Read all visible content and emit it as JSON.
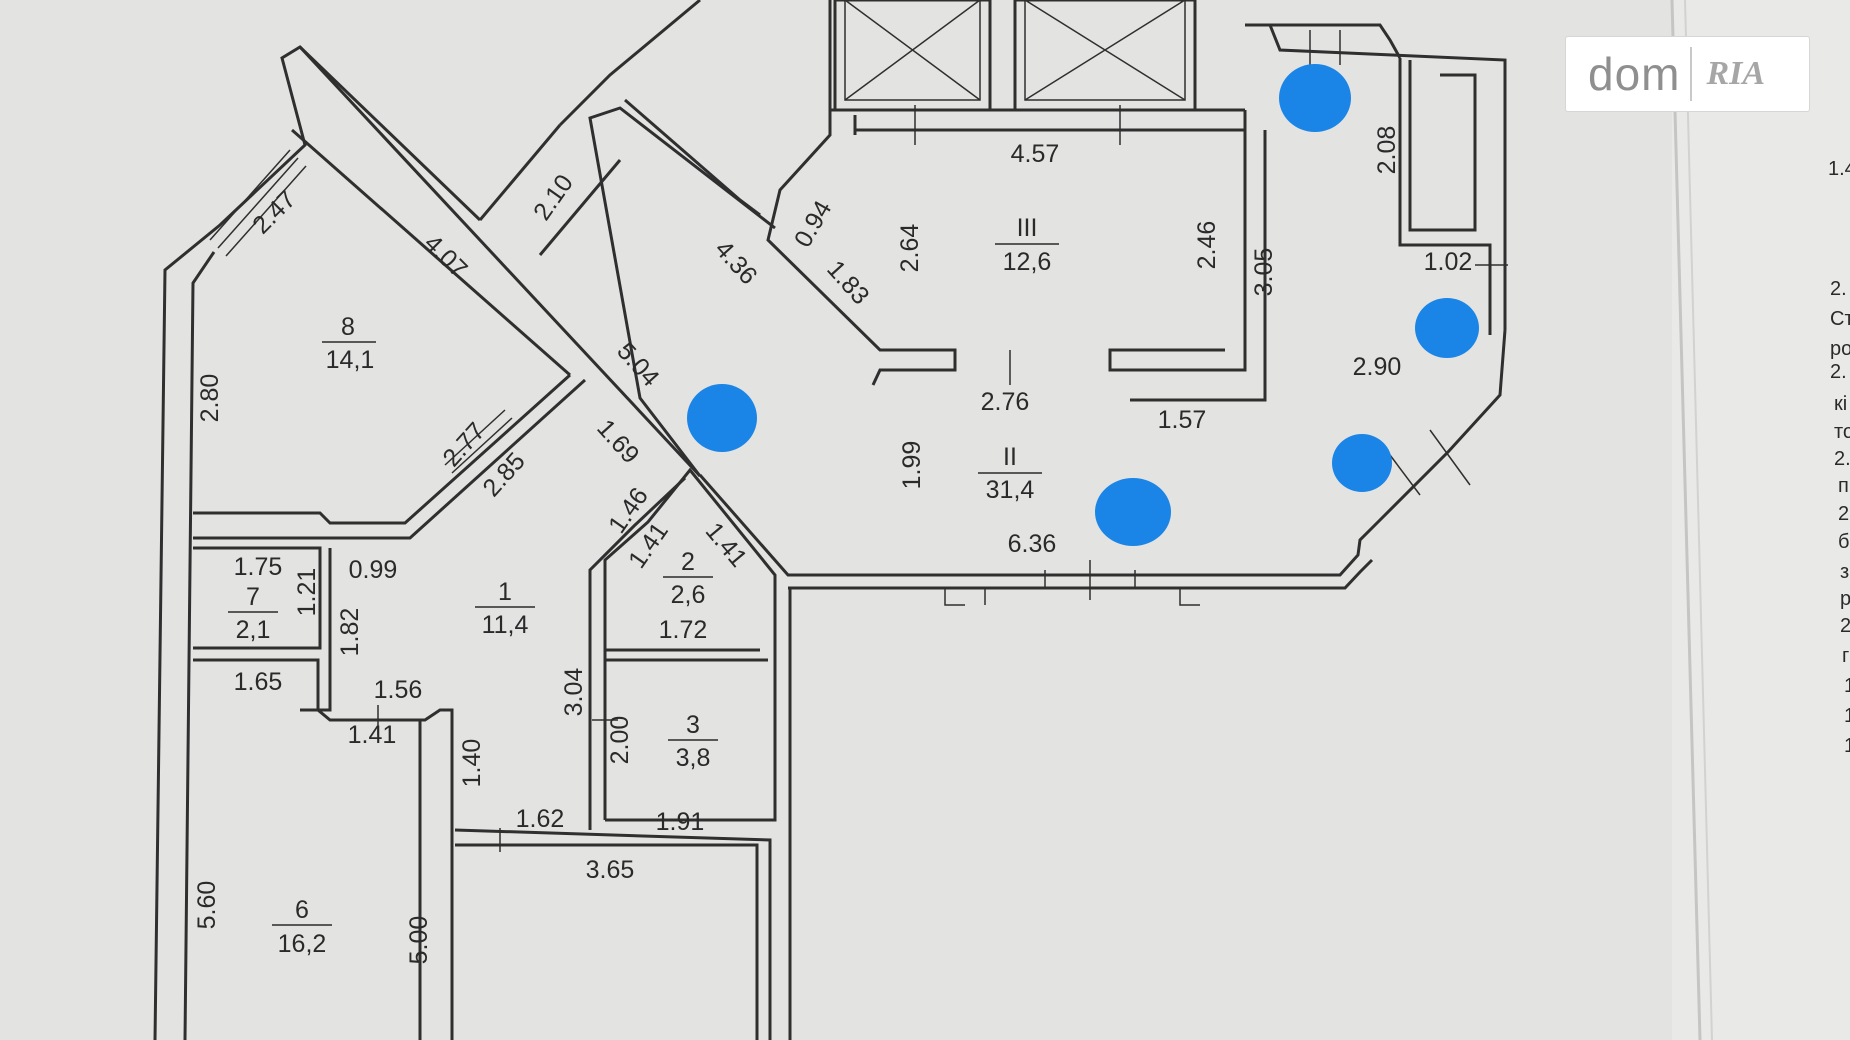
{
  "logo": {
    "brand": "dom",
    "mark": "RIA"
  },
  "rooms": {
    "r8": {
      "id": "8",
      "area": "14,1"
    },
    "r7": {
      "id": "7",
      "area": "2,1"
    },
    "r1": {
      "id": "1",
      "area": "11,4"
    },
    "r2": {
      "id": "2",
      "area": "2,6"
    },
    "r3": {
      "id": "3",
      "area": "3,8"
    },
    "r6": {
      "id": "6",
      "area": "16,2"
    },
    "rII": {
      "id": "II",
      "area": "31,4"
    },
    "rIII": {
      "id": "III",
      "area": "12,6"
    }
  },
  "dims": {
    "d_247": "2.47",
    "d_407": "4.07",
    "d_280": "2.80",
    "d_210": "2.10",
    "d_436": "4.36",
    "d_504": "5.04",
    "d_169": "1.69",
    "d_277": "2.77",
    "d_285": "2.85",
    "d_094": "0.94",
    "d_183": "1.83",
    "d_264": "2.64",
    "d_457": "4.57",
    "d_246": "2.46",
    "d_305": "3.05",
    "d_208": "2.08",
    "d_102": "1.02",
    "d_290": "2.90",
    "d_276": "2.76",
    "d_157": "1.57",
    "d_199": "1.99",
    "d_636": "6.36",
    "d_146": "1.46",
    "d_141a": "1.41",
    "d_141b": "1.41",
    "d_172": "1.72",
    "d_175": "1.75",
    "d_121": "1.21",
    "d_099": "0.99",
    "d_182": "1.82",
    "d_165": "1.65",
    "d_156": "1.56",
    "d_141c": "1.41",
    "d_304": "3.04",
    "d_200": "2.00",
    "d_191": "1.91",
    "d_140": "1.40",
    "d_162": "1.62",
    "d_365": "3.65",
    "d_560": "5.60",
    "d_500": "5.00"
  },
  "side_text": [
    "1.4",
    "2.",
    "Ст",
    "ро",
    "2.",
    "кі",
    "то",
    "2.",
    "п",
    "2.",
    "б",
    "з",
    "р",
    "2.",
    "г",
    "1",
    "1",
    "1"
  ],
  "colors": {
    "marker": "#1a85e6",
    "wall": "#2f2f2f",
    "paper": "#e3e3e2"
  }
}
